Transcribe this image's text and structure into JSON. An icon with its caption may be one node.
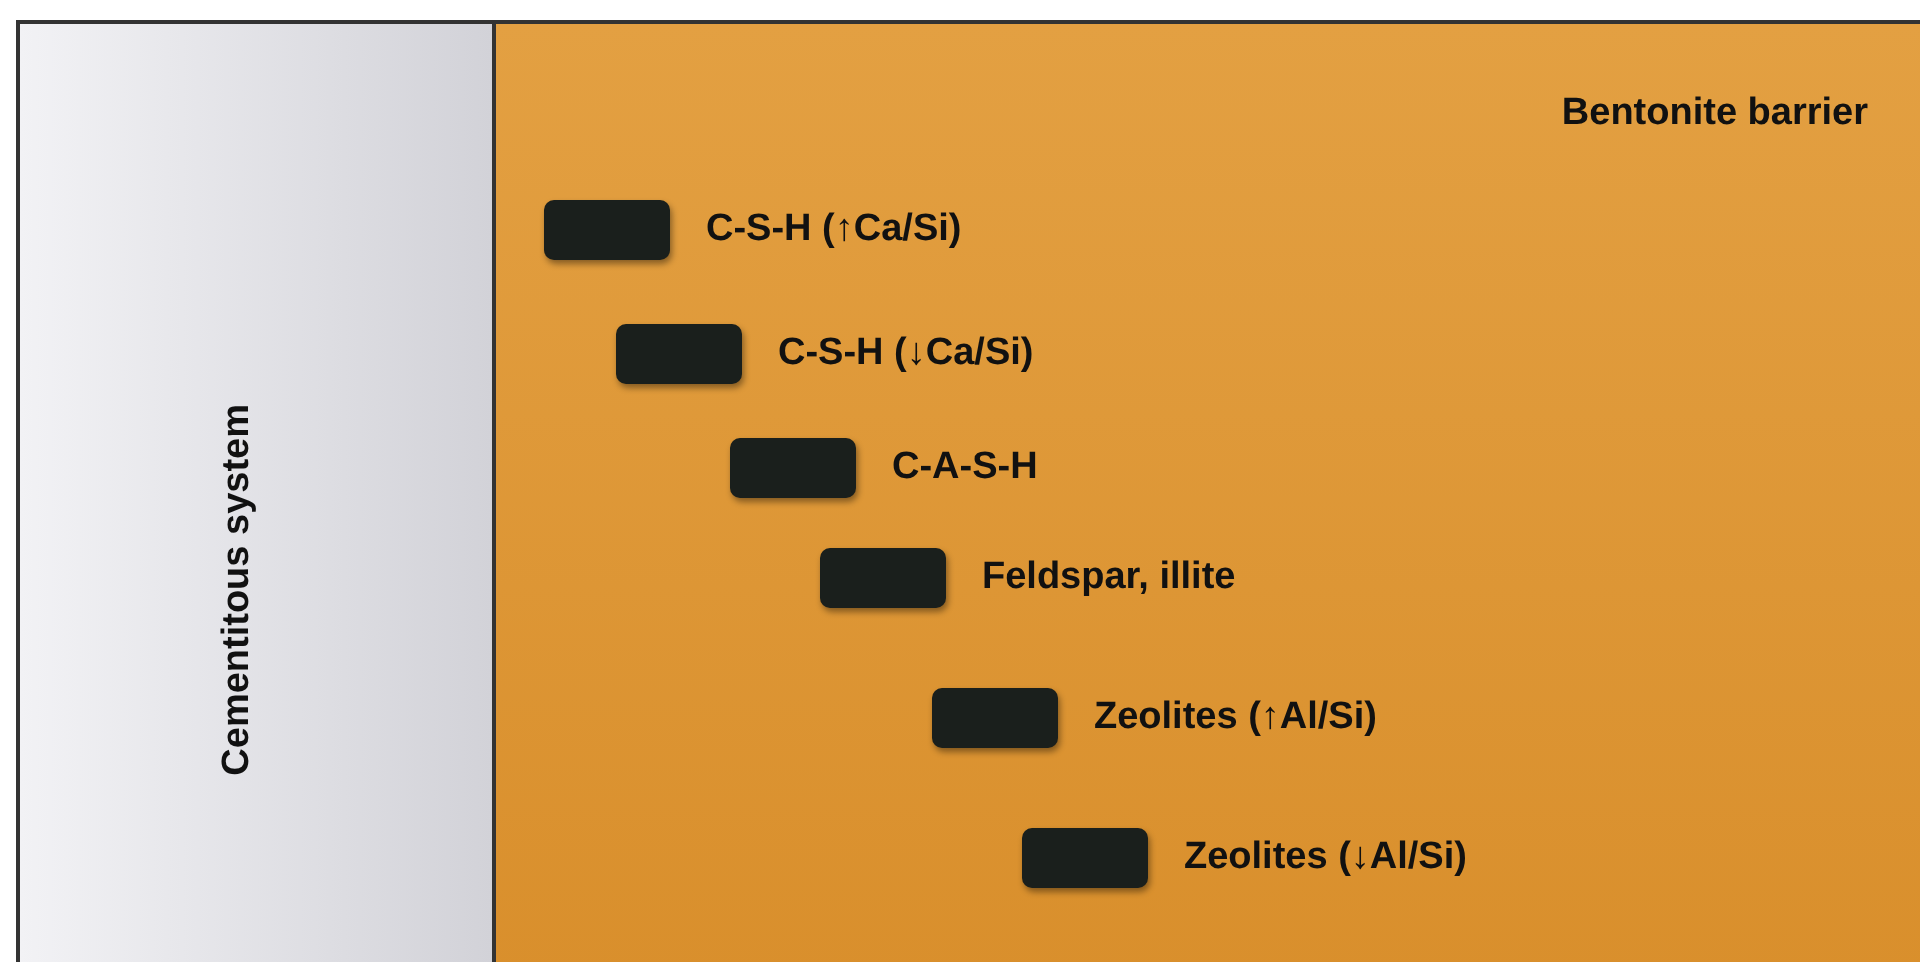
{
  "diagram": {
    "nodes": [
      {
        "text": [
          "Cementitous system"
        ]
      },
      {
        "text": [
          "Bentonite barrier"
        ]
      },
      {
        "text": [],
        "shape": "box",
        "in": 1,
        "beside": [
          "C-S-H (↑Ca/Si)"
        ]
      },
      {
        "text": [],
        "shape": "box",
        "in": 1,
        "beside": [
          "C-S-H (↓Ca/Si)"
        ]
      },
      {
        "text": [],
        "shape": "box",
        "in": 1,
        "beside": [
          "C-A-S-H"
        ]
      },
      {
        "text": [],
        "shape": "box",
        "in": 1,
        "beside": [
          "Feldspar, illite"
        ]
      },
      {
        "text": [],
        "shape": "box",
        "in": 1,
        "beside": [
          "Zeolites (↑Al/Si)"
        ]
      },
      {
        "text": [],
        "shape": "box",
        "in": 1,
        "beside": [
          "Zeolites (↓Al/Si)"
        ]
      }
    ]
  }
}
